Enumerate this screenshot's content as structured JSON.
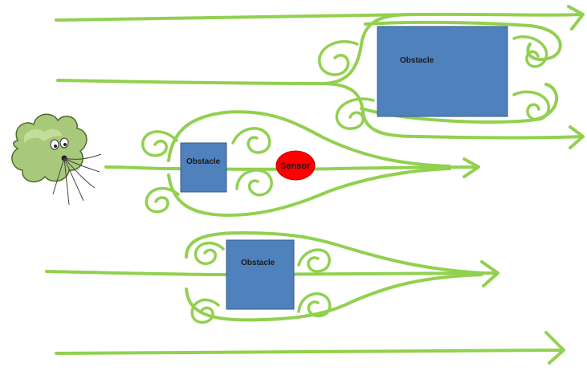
{
  "diagram": {
    "obstacles": [
      {
        "id": "top-right",
        "label": "Obstacle"
      },
      {
        "id": "middle",
        "label": "Obstacle"
      },
      {
        "id": "bottom",
        "label": "Obstacle"
      }
    ],
    "sensor": {
      "label": "Sensor",
      "color": "#ff0000"
    },
    "colors": {
      "flow_line": "#92d050",
      "obstacle_fill": "#4f81bd",
      "odor_cloud": "#a9c97a"
    },
    "icons": [
      "odor-cloud-character-icon"
    ]
  }
}
